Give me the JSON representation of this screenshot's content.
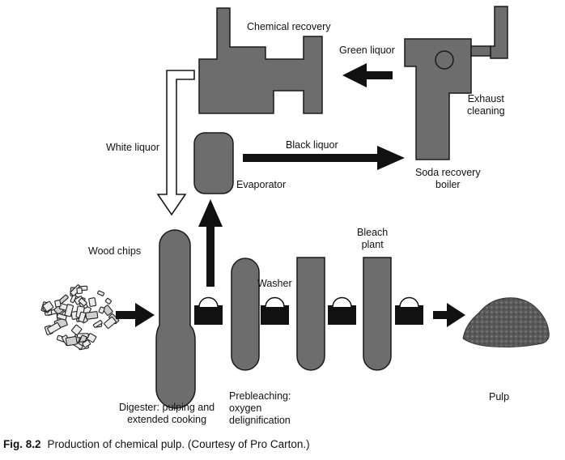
{
  "labels": {
    "chemical_recovery": "Chemical recovery",
    "green_liquor": "Green liquor",
    "exhaust_cleaning": "Exhaust\ncleaning",
    "white_liquor": "White liquor",
    "black_liquor": "Black liquor",
    "evaporator": "Evaporator",
    "soda_recovery_boiler": "Soda recovery\nboiler",
    "wood_chips": "Wood chips",
    "washer": "Washer",
    "bleach_plant": "Bleach\nplant",
    "digester": "Digester: pulping and\nextended cooking",
    "prebleaching": "Prebleaching:\noxygen\ndelignification",
    "pulp": "Pulp"
  },
  "caption": {
    "fig": "Fig. 8.2",
    "text": "Production of chemical pulp. (Courtesy of Pro Carton.)"
  },
  "colors": {
    "vessel_gray": "#6d6d6d",
    "outline": "#1a1a1a",
    "arrow_black": "#111111",
    "chip_fill": "#ececec",
    "pulp_fill": "#5a5a5a"
  }
}
